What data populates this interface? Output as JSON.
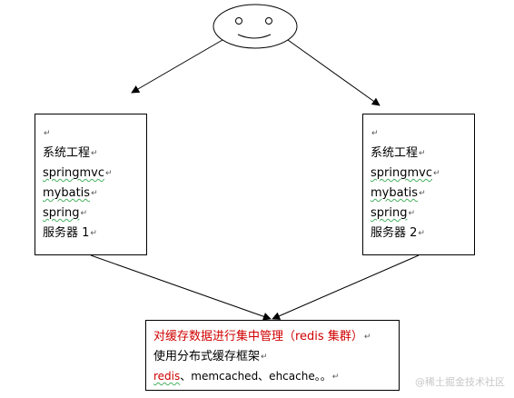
{
  "diagram": {
    "nodes": {
      "server1": {
        "lines": [
          "系统工程",
          "springmvc",
          "mybatis",
          "spring",
          "服务器 1"
        ]
      },
      "server2": {
        "lines": [
          "系统工程",
          "springmvc",
          "mybatis",
          "spring",
          "服务器 2"
        ]
      },
      "cache": {
        "line1": "对缓存数据进行集中管理（redis 集群）",
        "line2": "使用分布式缓存框架",
        "line3_a": "redis",
        "line3_b": "、memcached、ehcache。。"
      }
    },
    "paragraph_mark": "↵",
    "colors": {
      "stroke": "#000000",
      "highlight": "#d00000",
      "spellcheck": "#48b060"
    }
  },
  "watermark": "@稀土掘金技术社区"
}
